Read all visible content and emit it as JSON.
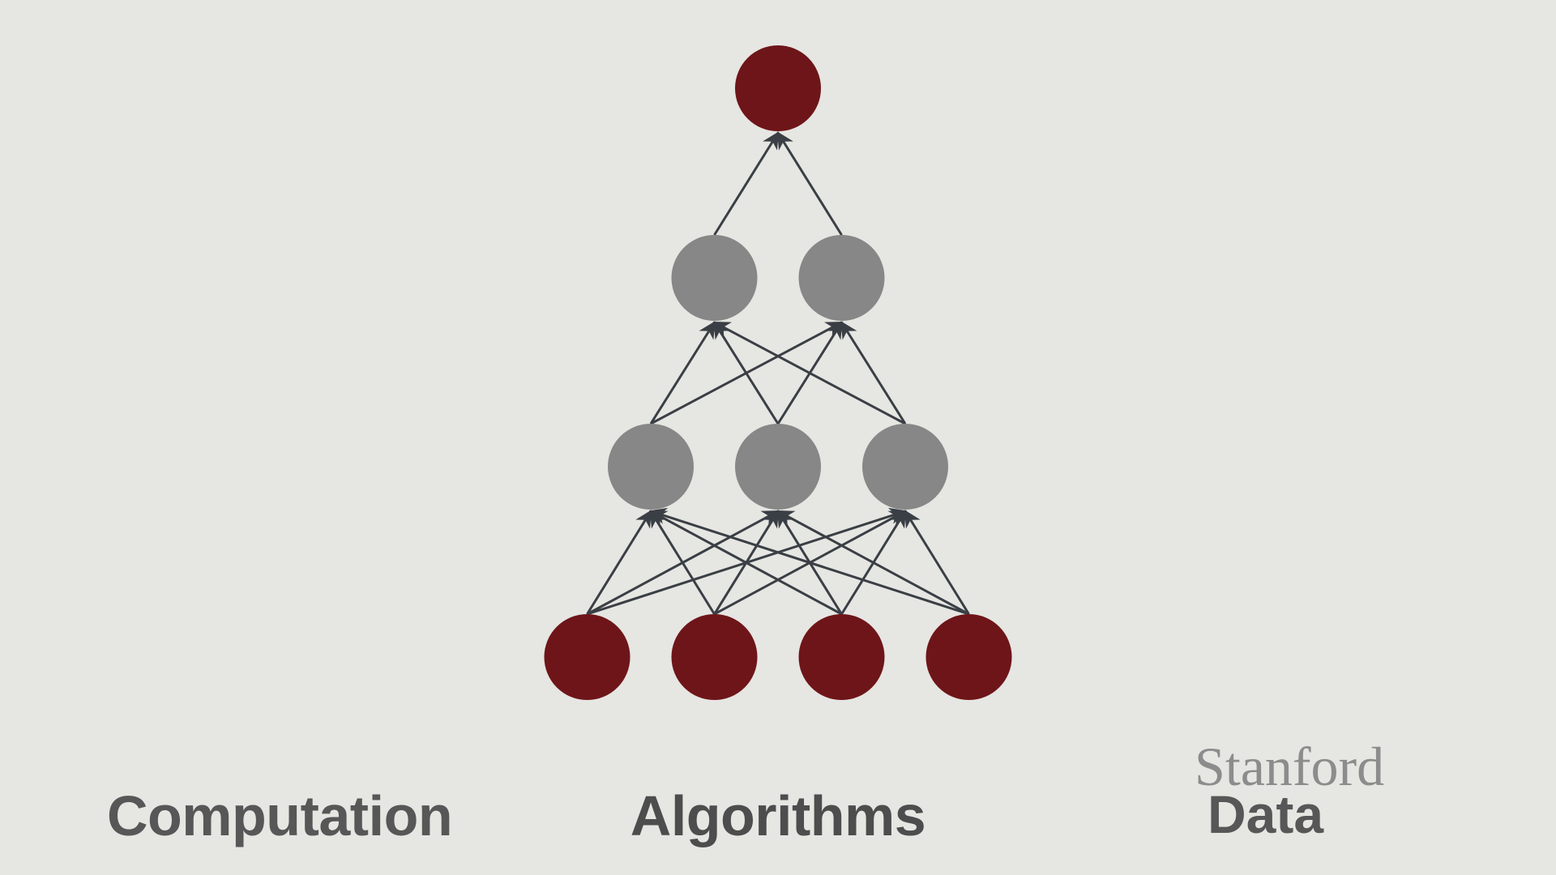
{
  "diagram": {
    "layers": [
      {
        "nodes": 4,
        "color": "#6e1519",
        "role": "input"
      },
      {
        "nodes": 3,
        "color": "#868786",
        "role": "hidden"
      },
      {
        "nodes": 2,
        "color": "#868786",
        "role": "hidden"
      },
      {
        "nodes": 1,
        "color": "#6e1519",
        "role": "output"
      }
    ],
    "edge_color": "#3a3f45",
    "connectivity": "fully-connected"
  },
  "labels": {
    "left": "Computation",
    "center": "Algorithms",
    "right_logo_top": "Stanford",
    "right": "Data"
  }
}
